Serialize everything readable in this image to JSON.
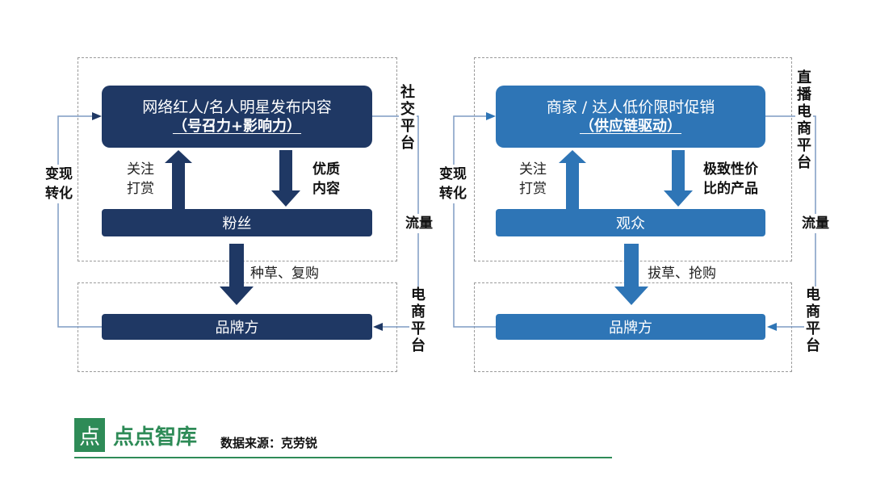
{
  "left": {
    "top_box": {
      "title": "网络红人/名人明星发布内容",
      "subtitle": "（号召力+影响力）"
    },
    "up_label": "关注\n打赏",
    "down_label": "优质\n内容",
    "middle_bar": "粉丝",
    "platform_label": "社交平台",
    "flow_label": "流量",
    "mid_arrow_label": "种草、复购",
    "bottom_bar": "品牌方",
    "bottom_platform_label": "电商平台",
    "side_label": "变现\n转化",
    "color": "#1f3864"
  },
  "right": {
    "top_box": {
      "title": "商家 / 达人低价限时促销",
      "subtitle": "（供应链驱动）"
    },
    "up_label": "关注\n打赏",
    "down_label": "极致性价\n比的产品",
    "middle_bar": "观众",
    "platform_label": "直播电商平台",
    "flow_label": "流量",
    "mid_arrow_label": "拔草、抢购",
    "bottom_bar": "品牌方",
    "bottom_platform_label": "电商平台",
    "side_label": "变现\n转化",
    "color": "#2e75b6"
  },
  "footer": {
    "logo_glyph": "点",
    "logo_text": "点点智库",
    "source": "数据来源：克劳锐"
  }
}
